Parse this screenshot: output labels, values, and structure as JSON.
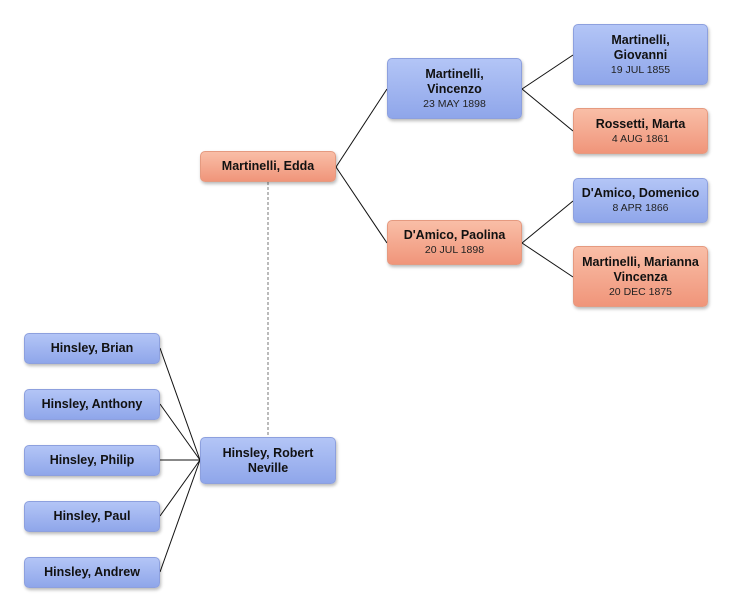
{
  "people": {
    "giovanni": {
      "name": "Martinelli, Giovanni",
      "date": "19 JUL 1855",
      "sex": "male"
    },
    "marta": {
      "name": "Rossetti, Marta",
      "date": "4 AUG 1861",
      "sex": "female"
    },
    "domenico": {
      "name": "D'Amico, Domenico",
      "date": "8 APR 1866",
      "sex": "male"
    },
    "marianna": {
      "name": "Martinelli, Marianna Vincenza",
      "date": "20 DEC 1875",
      "sex": "female"
    },
    "vincenzo": {
      "name": "Martinelli, Vincenzo",
      "date": "23 MAY 1898",
      "sex": "male"
    },
    "paolina": {
      "name": "D'Amico, Paolina",
      "date": "20 JUL 1898",
      "sex": "female"
    },
    "edda": {
      "name": "Martinelli, Edda",
      "sex": "female"
    },
    "robert": {
      "name": "Hinsley, Robert Neville",
      "sex": "male"
    },
    "brian": {
      "name": "Hinsley, Brian",
      "sex": "male"
    },
    "anthony": {
      "name": "Hinsley, Anthony",
      "sex": "male"
    },
    "philip": {
      "name": "Hinsley, Philip",
      "sex": "male"
    },
    "paul": {
      "name": "Hinsley, Paul",
      "sex": "male"
    },
    "andrew": {
      "name": "Hinsley, Andrew",
      "sex": "male"
    }
  },
  "relations": {
    "parents": [
      {
        "child": "edda",
        "parents": [
          "vincenzo",
          "paolina"
        ]
      },
      {
        "child": "vincenzo",
        "parents": [
          "giovanni",
          "marta"
        ]
      },
      {
        "child": "paolina",
        "parents": [
          "domenico",
          "marianna"
        ]
      }
    ],
    "spouses": [
      [
        "edda",
        "robert"
      ]
    ],
    "children": [
      {
        "parent": "robert",
        "children": [
          "brian",
          "anthony",
          "philip",
          "paul",
          "andrew"
        ]
      }
    ]
  },
  "colors": {
    "male": "#9db2ef",
    "female": "#f5a78c",
    "connector": "#111111",
    "spouse_connector": "#777777"
  }
}
